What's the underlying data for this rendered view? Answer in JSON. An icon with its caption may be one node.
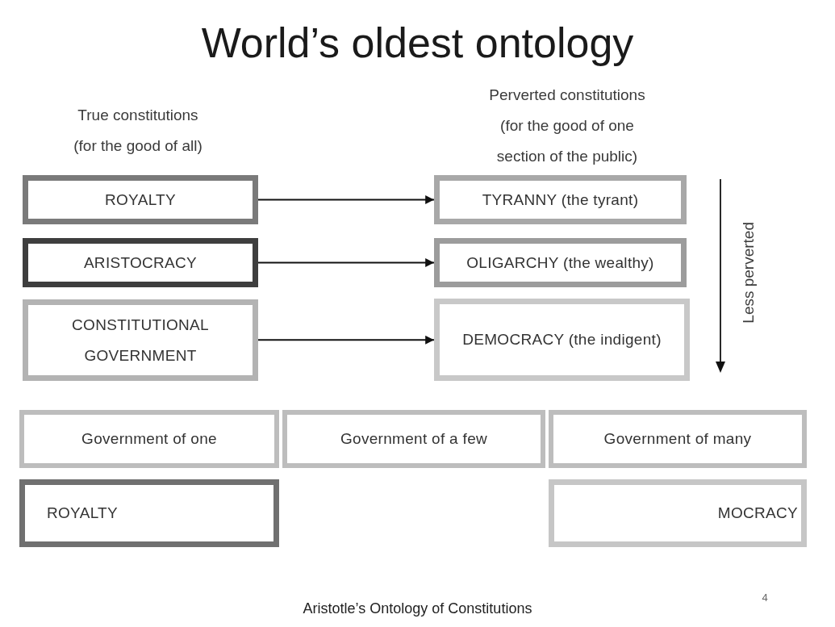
{
  "diagram": {
    "title": "World’s oldest ontology",
    "caption": "Aristotle’s Ontology of Constitutions",
    "nodes": [
      {
        "text": [
          "ROYALTY"
        ]
      },
      {
        "text": [
          "TYRANNY (the tyrant)"
        ]
      },
      {
        "text": [
          "ARISTOCRACY"
        ]
      },
      {
        "text": [
          "OLIGARCHY (the wealthy)"
        ]
      },
      {
        "text": [
          "CONSTITUTIONAL GOVERNMENT"
        ]
      },
      {
        "text": [
          "DEMOCRACY (the indigent)"
        ]
      },
      {
        "text": [
          "Government of one"
        ]
      },
      {
        "text": [
          "Government of a few"
        ]
      },
      {
        "text": [
          "Government of many"
        ]
      },
      {
        "text": [
          "ROYALTY"
        ]
      },
      {
        "text": [
          "MOCRACY"
        ]
      }
    ],
    "edges": [
      {
        "from": 0,
        "to": 1,
        "arrow": "to"
      },
      {
        "from": 2,
        "to": 3,
        "arrow": "to"
      },
      {
        "from": 4,
        "to": 5,
        "arrow": "to"
      }
    ],
    "labels": [
      "True constitutions (for the good of all)",
      "Perverted constitutions (for the good of one section of the public)",
      "Less perverted",
      "4"
    ]
  }
}
